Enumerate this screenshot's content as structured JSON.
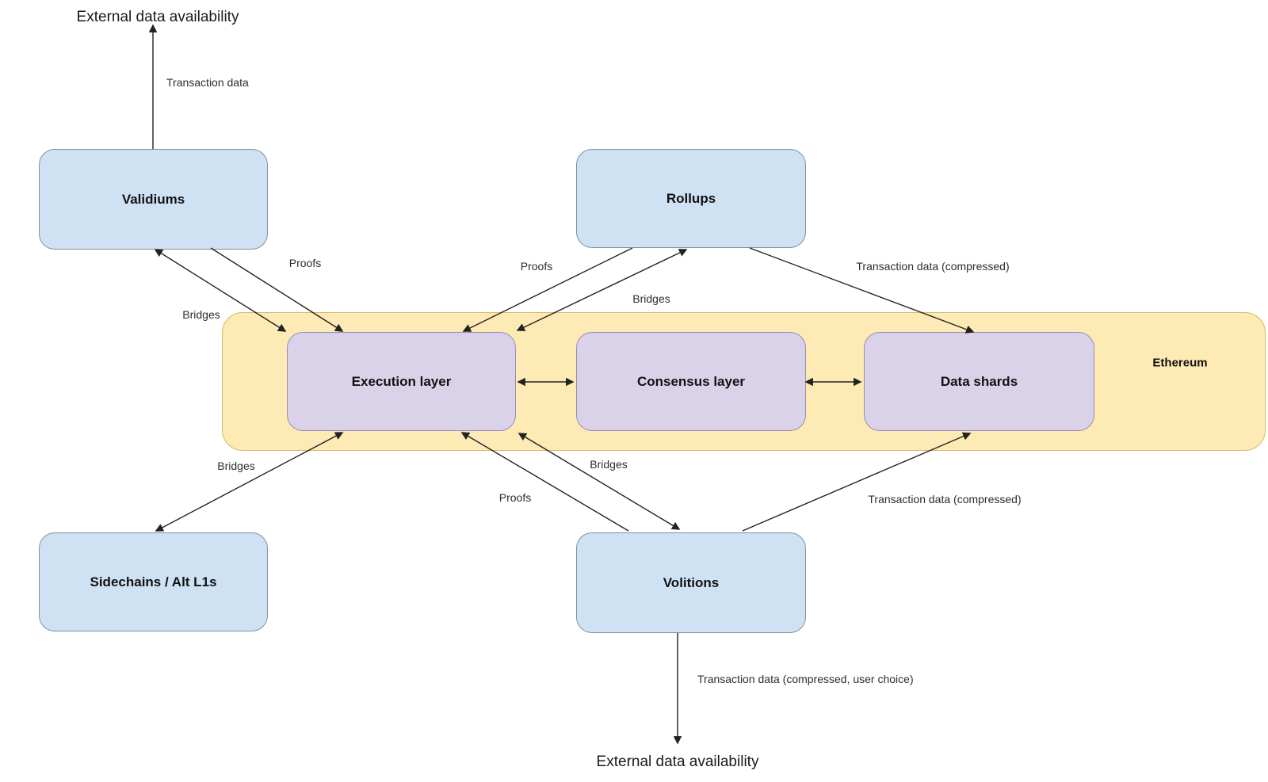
{
  "diagram": {
    "external_top_label": "External data availability",
    "external_bottom_label": "External data availability",
    "ethereum_label": "Ethereum",
    "nodes": {
      "validiums": "Validiums",
      "rollups": "Rollups",
      "execution_layer": "Execution layer",
      "consensus_layer": "Consensus layer",
      "data_shards": "Data shards",
      "sidechains": "Sidechains / Alt L1s",
      "volitions": "Volitions"
    },
    "edge_labels": {
      "validiums_transaction_data": "Transaction data",
      "validiums_bridges": "Bridges",
      "validiums_proofs": "Proofs",
      "rollups_proofs": "Proofs",
      "rollups_bridges": "Bridges",
      "rollups_transaction_data": "Transaction data (compressed)",
      "sidechains_bridges": "Bridges",
      "volitions_proofs": "Proofs",
      "volitions_bridges": "Bridges",
      "volitions_transaction_data": "Transaction data (compressed)",
      "volitions_external_transaction_data": "Transaction data (compressed, user choice)"
    },
    "colors": {
      "node_blue": "#cfe2f3",
      "node_purple": "#d9d2e9",
      "band_yellow": "#fdeab5",
      "band_border": "#d9b964",
      "blue_border": "#85909c",
      "purple_border": "#9a8cb4",
      "arrow": "#222222",
      "text": "#1a1a1a"
    }
  }
}
